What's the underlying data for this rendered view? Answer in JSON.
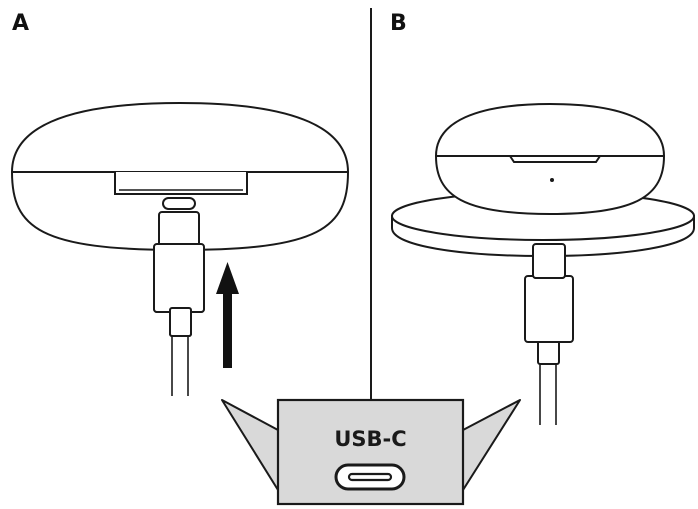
{
  "panels": {
    "a": {
      "label": "A"
    },
    "b": {
      "label": "B"
    }
  },
  "callout": {
    "port_label": "USB-C"
  },
  "colors": {
    "line": "#1a1a1a",
    "callout_fill": "#d9d9d9",
    "background": "#ffffff"
  },
  "icons": {
    "arrow": "arrow-up-icon",
    "port": "usb-c-port-icon"
  }
}
